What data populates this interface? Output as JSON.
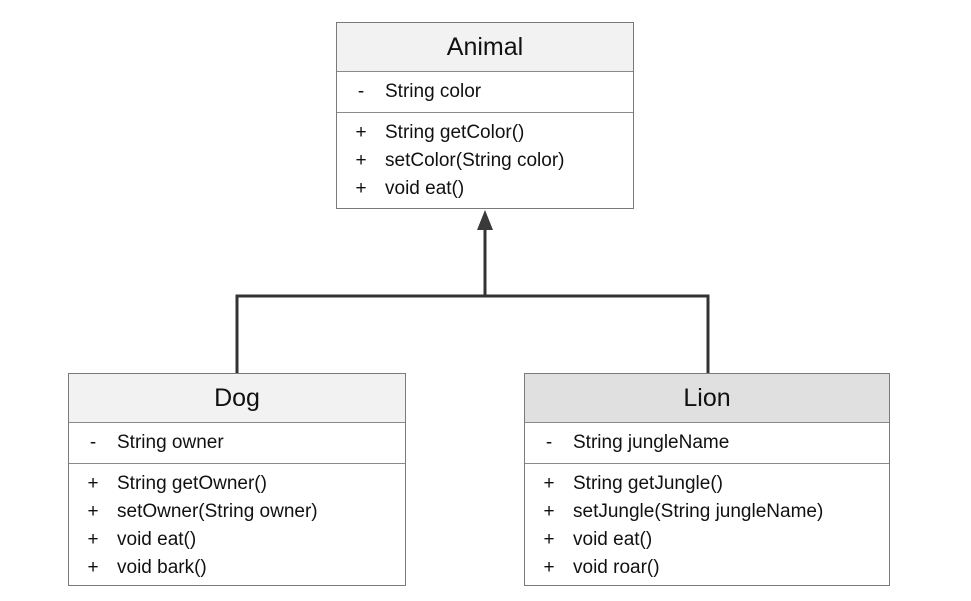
{
  "classes": {
    "animal": {
      "name": "Animal",
      "attributes": [
        {
          "vis": "-",
          "text": "String color"
        }
      ],
      "methods": [
        {
          "vis": "+",
          "text": "String getColor()"
        },
        {
          "vis": "+",
          "text": "setColor(String color)"
        },
        {
          "vis": "+",
          "text": "void eat()"
        }
      ]
    },
    "dog": {
      "name": "Dog",
      "attributes": [
        {
          "vis": "-",
          "text": "String owner"
        }
      ],
      "methods": [
        {
          "vis": "+",
          "text": "String getOwner()"
        },
        {
          "vis": "+",
          "text": "setOwner(String owner)"
        },
        {
          "vis": "+",
          "text": "void eat()"
        },
        {
          "vis": "+",
          "text": "void bark()"
        }
      ]
    },
    "lion": {
      "name": "Lion",
      "attributes": [
        {
          "vis": "-",
          "text": "String jungleName"
        }
      ],
      "methods": [
        {
          "vis": "+",
          "text": "String getJungle()"
        },
        {
          "vis": "+",
          "text": "setJungle(String jungleName)"
        },
        {
          "vis": "+",
          "text": "void eat()"
        },
        {
          "vis": "+",
          "text": "void roar()"
        }
      ]
    }
  },
  "relations": [
    {
      "type": "inheritance",
      "from": "Dog",
      "to": "Animal"
    },
    {
      "type": "inheritance",
      "from": "Lion",
      "to": "Animal"
    }
  ],
  "colors": {
    "header": "#f2f2f2",
    "header_highlight": "#e0e0e0",
    "border": "#7a7a7a",
    "connector": "#333333"
  }
}
